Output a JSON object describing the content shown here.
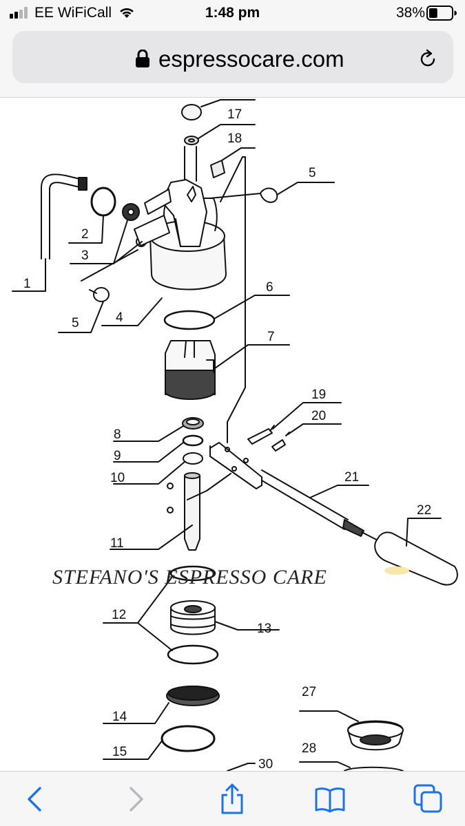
{
  "status_bar": {
    "carrier": "EE WiFiCall",
    "time": "1:48 pm",
    "battery_percent": "38%",
    "battery_level": 0.38,
    "signal_bars_active": 2,
    "icons": [
      "cellular-signal-icon",
      "wifi-icon",
      "battery-icon"
    ]
  },
  "address_bar": {
    "url": "espressocare.com",
    "icons": [
      "lock-icon",
      "reload-icon"
    ]
  },
  "diagram": {
    "watermark": "STEFANO'S ESPRESSO CARE",
    "part_numbers": [
      "1",
      "2",
      "3",
      "4",
      "5",
      "5",
      "6",
      "7",
      "8",
      "9",
      "10",
      "11",
      "12",
      "13",
      "14",
      "15",
      "17",
      "18",
      "19",
      "20",
      "21",
      "22",
      "27",
      "28",
      "30"
    ]
  },
  "bottom_toolbar": {
    "buttons": [
      "back-icon",
      "forward-icon",
      "share-icon",
      "bookmarks-icon",
      "tabs-icon"
    ],
    "accent": "#1a73e8",
    "disabled": "#b8b8bc"
  }
}
